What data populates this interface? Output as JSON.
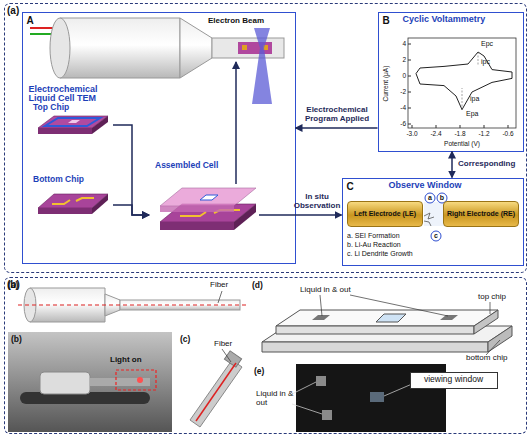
{
  "diagram": {
    "nodes": [
      {
        "text": [
          "(a)"
        ]
      },
      {
        "text": [
          "A",
          "Electrochemical Liquid Cell TEM"
        ],
        "in": 0
      },
      {
        "text": [
          "Top Chip"
        ],
        "in": 1
      },
      {
        "text": [
          "Bottom Chip"
        ],
        "in": 1
      },
      {
        "text": [
          "Assembled Cell"
        ],
        "in": 1
      },
      {
        "text": [
          "B",
          "Cyclic Voltammetry"
        ],
        "in": 0
      },
      {
        "text": [
          "C",
          "Observe Window"
        ],
        "in": 0
      },
      {
        "text": [
          "Left Electrode (LE)"
        ],
        "in": 6
      },
      {
        "text": [
          "Right Electrode (RE)"
        ],
        "in": 6
      },
      {
        "text": [
          "(b)"
        ]
      },
      {
        "text": [
          "viewing window"
        ],
        "in": 9
      }
    ],
    "edges": [
      {
        "from": 5,
        "to": 1,
        "arrow": "to",
        "label": "Electrochemical Program Applied"
      },
      {
        "from": 5,
        "to": 6,
        "arrow": "both",
        "label": "Corresponding"
      },
      {
        "from": 2,
        "to": 4,
        "arrow": "to"
      },
      {
        "from": 3,
        "to": 4,
        "arrow": "to"
      },
      {
        "from": 4,
        "to": 6,
        "arrow": "to",
        "label": "In situ Observation"
      }
    ],
    "labels": [
      "Electron Beam",
      "Current (μA)",
      "Potential (V)",
      "4",
      "2",
      "0",
      "-2",
      "-4",
      "-6",
      "-3.0",
      "-2.4",
      "-1.8",
      "-1.2",
      "-0.6",
      "Epc",
      "ipc",
      "ipa",
      "Epa",
      "a",
      "b",
      "c",
      "a. SEI Formation",
      "b. Li-Au Reaction",
      "c. Li Dendrite Growth",
      "(a)",
      "Fiber",
      "(b)",
      "Light on",
      "(c)",
      "Fiber",
      "(d)",
      "Liquid in & out",
      "top chip",
      "bottom chip",
      "(e)",
      "Liquid in & out"
    ]
  }
}
